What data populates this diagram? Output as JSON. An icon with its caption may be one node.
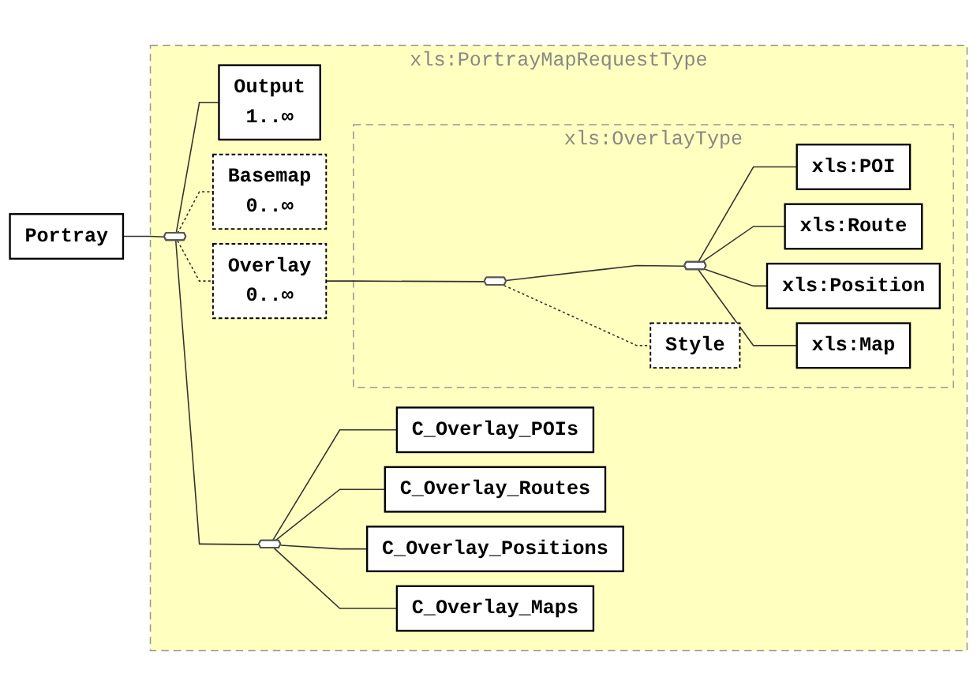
{
  "diagram": {
    "nodes": [
      {
        "text": [
          "Portray"
        ]
      },
      {
        "text": [
          "xls:PortrayMapRequestType"
        ]
      },
      {
        "text": [],
        "shape": "octagon",
        "in": 1
      },
      {
        "text": [
          "Output",
          "1..∞"
        ],
        "in": 1
      },
      {
        "text": [
          "Basemap",
          "0..∞"
        ],
        "in": 1
      },
      {
        "text": [
          "Overlay",
          "0..∞"
        ],
        "in": 1
      },
      {
        "text": [
          "xls:OverlayType"
        ],
        "in": 1
      },
      {
        "text": [],
        "shape": "octagon",
        "in": 6
      },
      {
        "text": [],
        "shape": "octagon",
        "in": 6
      },
      {
        "text": [
          "xls:POI"
        ],
        "in": 6
      },
      {
        "text": [
          "xls:Route"
        ],
        "in": 6
      },
      {
        "text": [
          "xls:Position"
        ],
        "in": 6
      },
      {
        "text": [
          "xls:Map"
        ],
        "in": 6
      },
      {
        "text": [
          "Style"
        ],
        "in": 6
      },
      {
        "text": [],
        "shape": "octagon",
        "in": 1
      },
      {
        "text": [
          "C_Overlay_POIs"
        ],
        "in": 1
      },
      {
        "text": [
          "C_Overlay_Routes"
        ],
        "in": 1
      },
      {
        "text": [
          "C_Overlay_Positions"
        ],
        "in": 1
      },
      {
        "text": [
          "C_Overlay_Maps"
        ],
        "in": 1
      }
    ],
    "edges": [
      {
        "from": 0,
        "to": 2,
        "arrow": "none"
      },
      {
        "from": 2,
        "to": 3,
        "arrow": "none"
      },
      {
        "from": 2,
        "to": 4,
        "arrow": "none",
        "style": "dashed"
      },
      {
        "from": 2,
        "to": 5,
        "arrow": "none",
        "style": "dashed"
      },
      {
        "from": 2,
        "to": 14,
        "arrow": "none"
      },
      {
        "from": 5,
        "to": 7,
        "arrow": "none"
      },
      {
        "from": 7,
        "to": 8,
        "arrow": "none"
      },
      {
        "from": 7,
        "to": 13,
        "arrow": "none",
        "style": "dashed"
      },
      {
        "from": 8,
        "to": 9,
        "arrow": "none"
      },
      {
        "from": 8,
        "to": 10,
        "arrow": "none"
      },
      {
        "from": 8,
        "to": 11,
        "arrow": "none"
      },
      {
        "from": 8,
        "to": 12,
        "arrow": "none"
      },
      {
        "from": 14,
        "to": 15,
        "arrow": "none"
      },
      {
        "from": 14,
        "to": 16,
        "arrow": "none"
      },
      {
        "from": 14,
        "to": 17,
        "arrow": "none"
      },
      {
        "from": 14,
        "to": 18,
        "arrow": "none"
      }
    ]
  }
}
